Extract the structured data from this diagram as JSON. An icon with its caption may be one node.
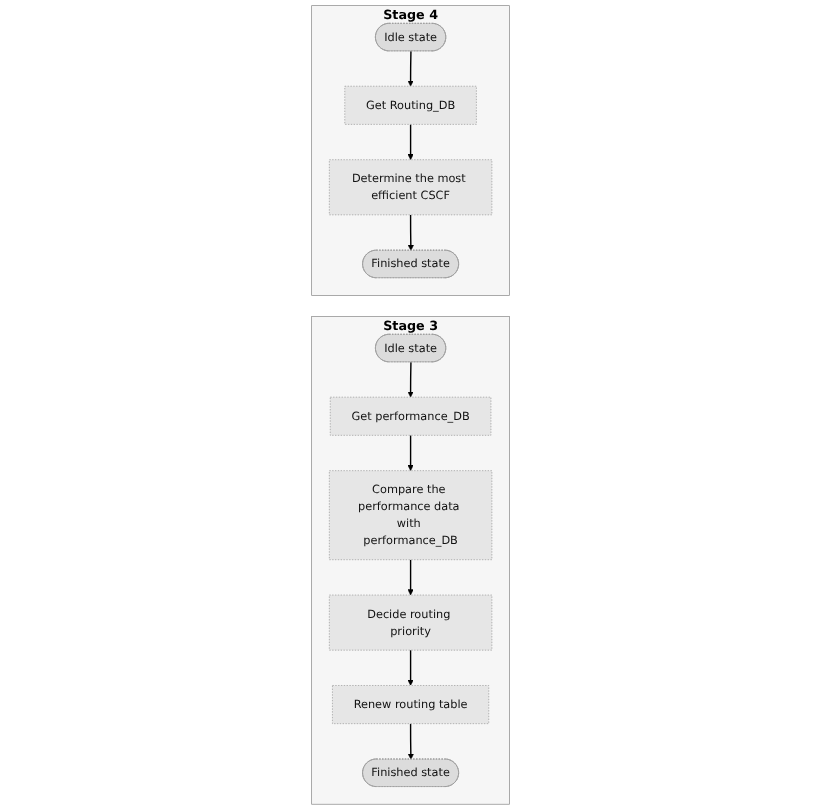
{
  "diagram": {
    "nodes": [
      {
        "text": [
          "Stage 3"
        ]
      },
      {
        "text": [
          "Idle state"
        ],
        "in": 0
      },
      {
        "text": [
          "Get performance_DB"
        ],
        "in": 0
      },
      {
        "text": [
          "Compare the performance data with performance_DB"
        ],
        "in": 0
      },
      {
        "text": [
          "Decide routing priority"
        ],
        "in": 0
      },
      {
        "text": [
          "Renew routing table"
        ],
        "in": 0
      },
      {
        "text": [
          "Finished state"
        ],
        "in": 0
      },
      {
        "text": [
          "Stage 4"
        ]
      },
      {
        "text": [
          "Idle state"
        ],
        "in": 7
      },
      {
        "text": [
          "Get Routing_DB"
        ],
        "in": 7
      },
      {
        "text": [
          "Determine the most efficient CSCF"
        ],
        "in": 7
      },
      {
        "text": [
          "Finished state"
        ],
        "in": 7
      }
    ],
    "edges": [
      {
        "from": 1,
        "to": 2,
        "arrow": "to"
      },
      {
        "from": 2,
        "to": 3,
        "arrow": "to"
      },
      {
        "from": 3,
        "to": 4,
        "arrow": "to"
      },
      {
        "from": 4,
        "to": 5,
        "arrow": "to"
      },
      {
        "from": 5,
        "to": 6,
        "arrow": "to"
      },
      {
        "from": 8,
        "to": 9,
        "arrow": "to"
      },
      {
        "from": 9,
        "to": 10,
        "arrow": "to"
      },
      {
        "from": 10,
        "to": 11,
        "arrow": "to"
      }
    ]
  }
}
